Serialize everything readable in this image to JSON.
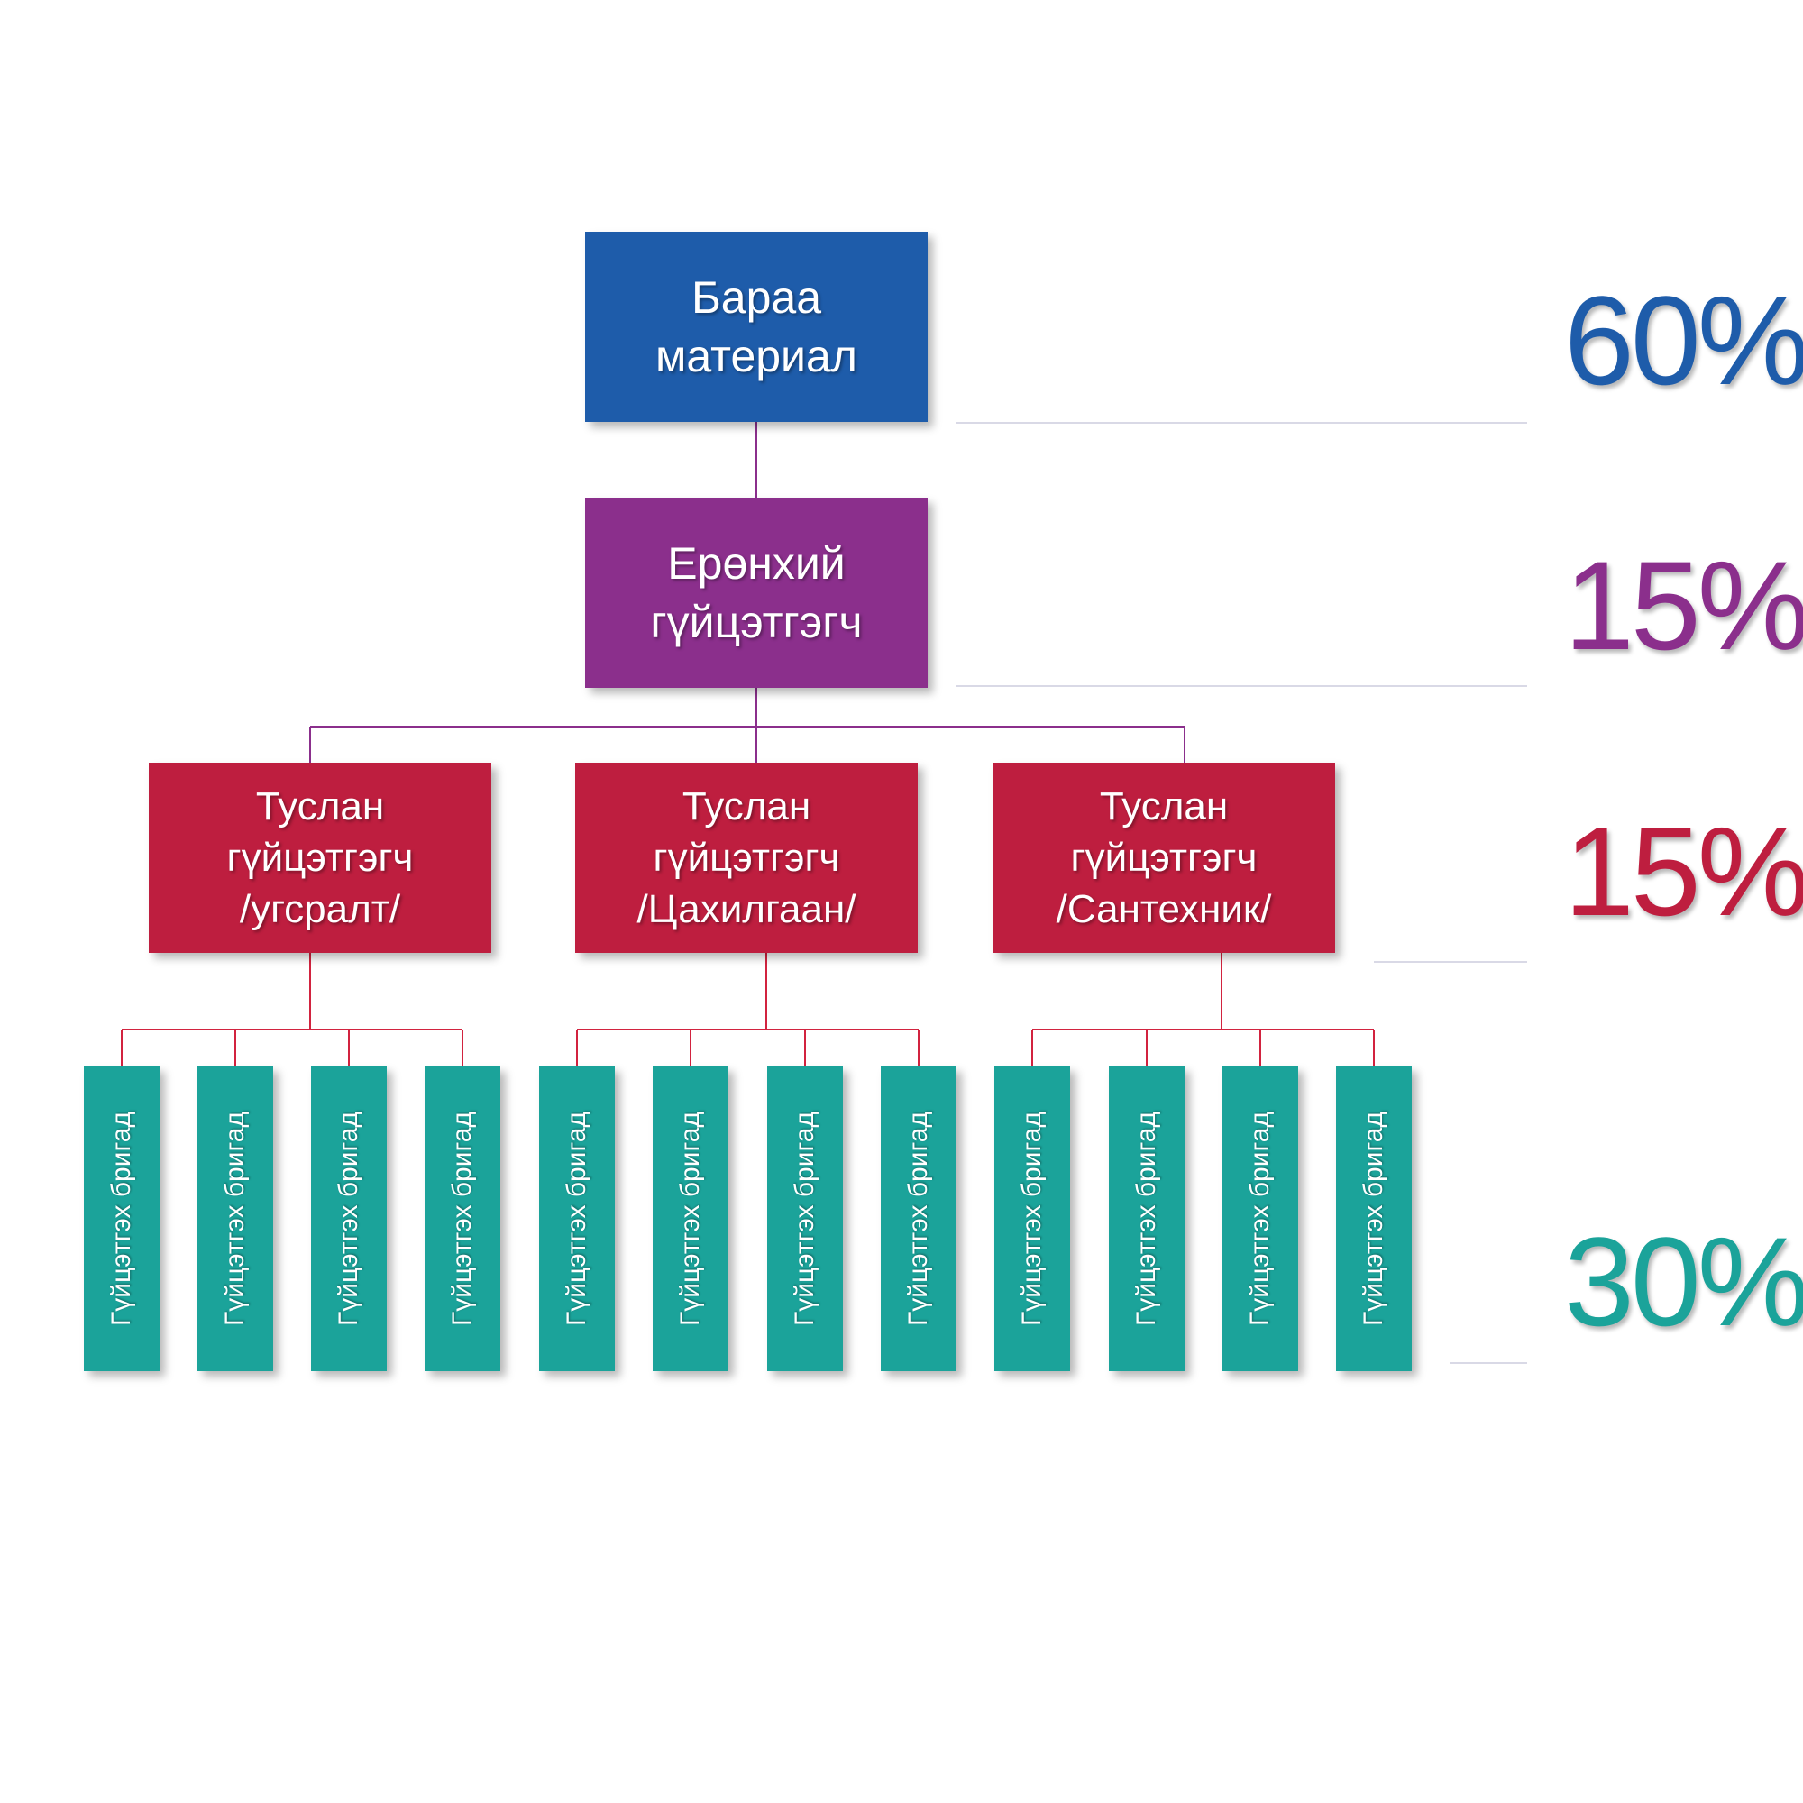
{
  "colors": {
    "materials": "#1e5caa",
    "general": "#8b2f8c",
    "assistant": "#be1e3f",
    "brigade": "#1ba39a",
    "connector_purple": "#8b2f8c",
    "connector_red": "#d2233f",
    "divider": "#d9d9e6"
  },
  "nodes": {
    "materials": {
      "label": "Бараа материал"
    },
    "general": {
      "label": "Ерөнхий\nгүйцэтгэгч"
    },
    "assistants": [
      {
        "label": "Туслан\nгүйцэтгэгч\n/угсралт/"
      },
      {
        "label": "Туслан\nгүйцэтгэгч\n/Цахилгаан/"
      },
      {
        "label": "Туслан\nгүйцэтгэгч\n/Сантехник/"
      }
    ],
    "brigade_label": "Гүйцэтгэх бригад"
  },
  "percentages": [
    {
      "value": "60%",
      "color": "#1e5caa"
    },
    {
      "value": "15%",
      "color": "#8b2f8c"
    },
    {
      "value": "15%",
      "color": "#be1e3f"
    },
    {
      "value": "30%",
      "color": "#1ba39a"
    }
  ]
}
